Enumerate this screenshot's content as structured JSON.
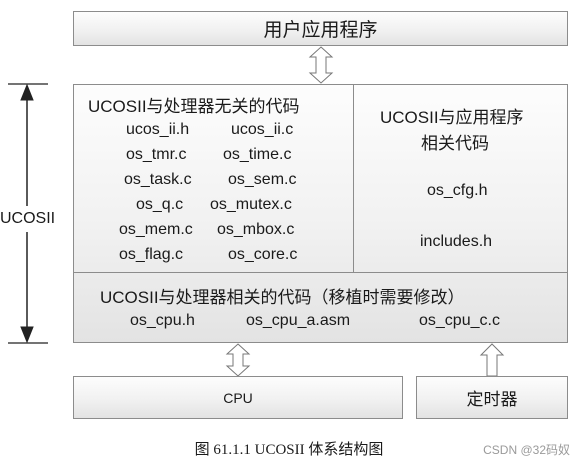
{
  "app_layer": {
    "label": "用户应用程序"
  },
  "ucosii_bracket": {
    "label": "UCOSII"
  },
  "independent": {
    "title": "UCOSII与处理器无关的代码",
    "files": [
      [
        "ucos_ii.h",
        "ucos_ii.c"
      ],
      [
        "os_tmr.c",
        "os_time.c"
      ],
      [
        "os_task.c",
        "os_sem.c"
      ],
      [
        "os_q.c",
        "os_mutex.c"
      ],
      [
        "os_mem.c",
        "os_mbox.c"
      ],
      [
        "os_flag.c",
        "os_core.c"
      ]
    ]
  },
  "app_related": {
    "title_line1": "UCOSII与应用程序",
    "title_line2": "相关代码",
    "files": [
      "os_cfg.h",
      "includes.h"
    ]
  },
  "dependent": {
    "title": "UCOSII与处理器相关的代码（移植时需要修改）",
    "files": [
      "os_cpu.h",
      "os_cpu_a.asm",
      "os_cpu_c.c"
    ]
  },
  "cpu": {
    "label": "CPU"
  },
  "timer": {
    "label": "定时器"
  },
  "caption": "图 61.1.1 UCOSII 体系结构图",
  "watermark": "CSDN @32码奴"
}
